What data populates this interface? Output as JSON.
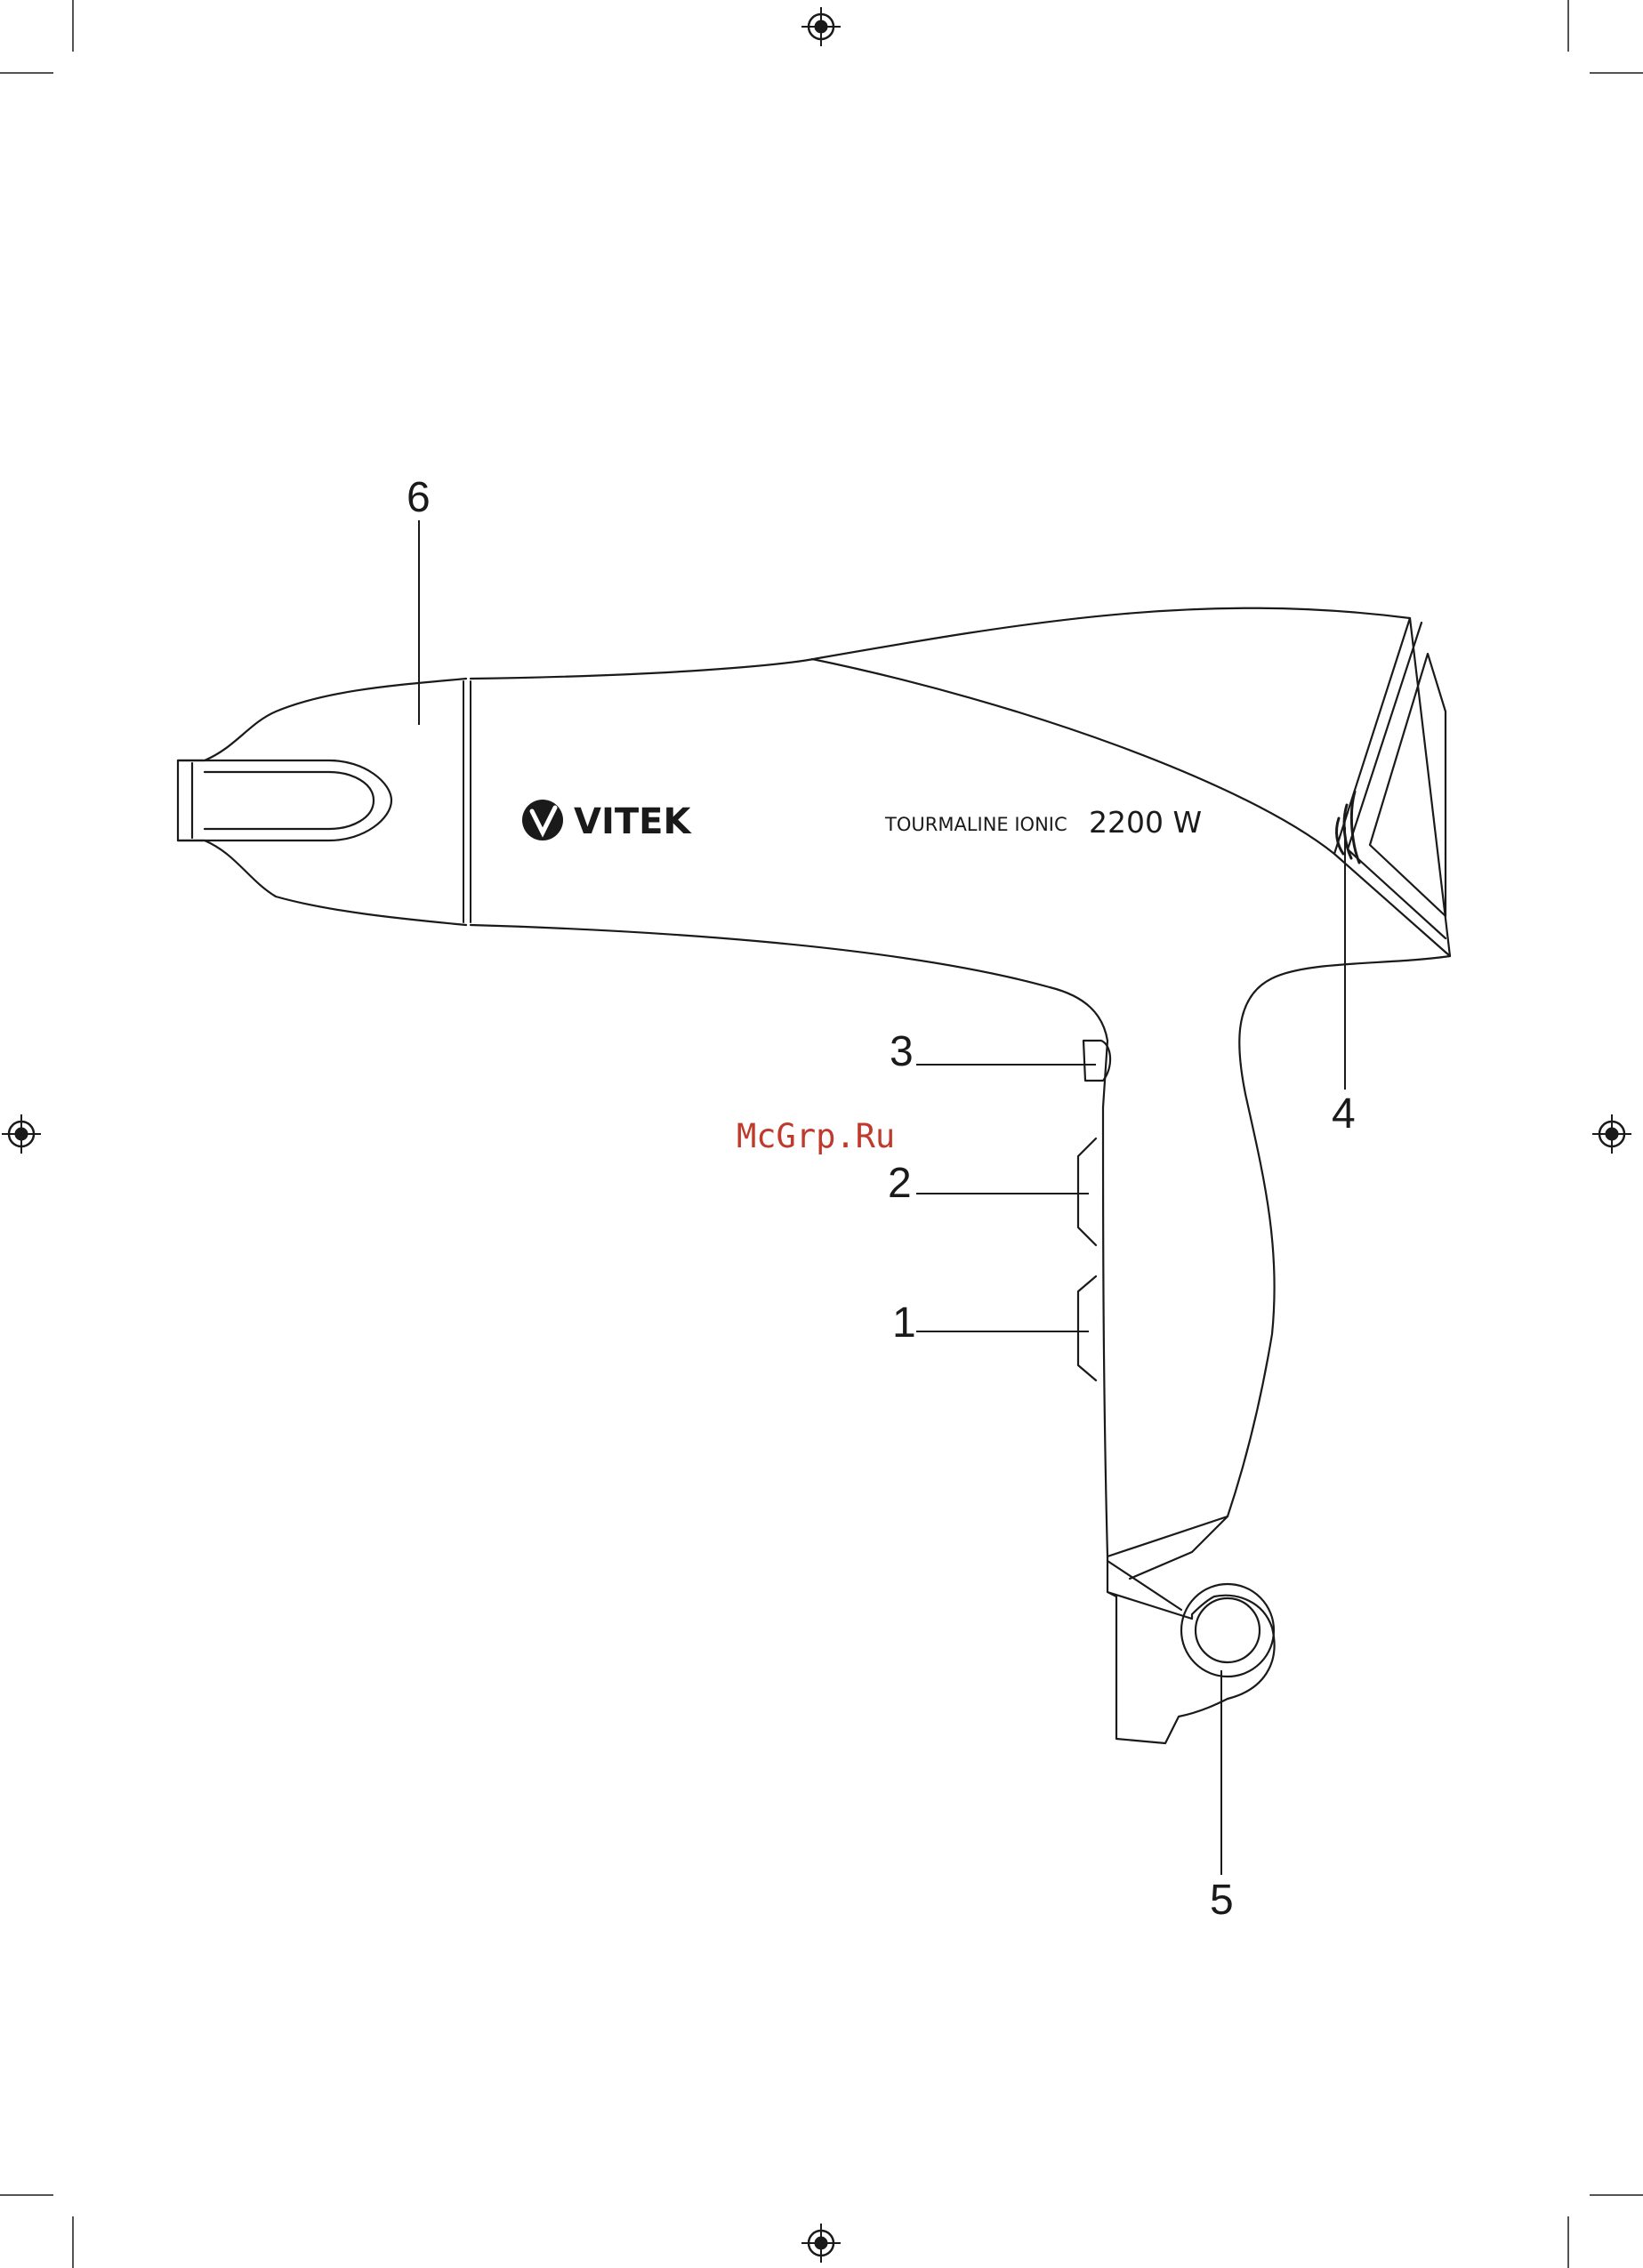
{
  "diagram": {
    "device": {
      "brand": "VITEK",
      "model": "TOURMALINE IONIC",
      "power": "2200 W"
    },
    "callouts": [
      {
        "number": "6"
      },
      {
        "number": "3"
      },
      {
        "number": "2"
      },
      {
        "number": "1"
      },
      {
        "number": "4"
      },
      {
        "number": "5"
      }
    ],
    "watermark": "McGrp.Ru"
  },
  "colors": {
    "line": "#1a1a1a",
    "watermark": "#c0392b",
    "background": "#ffffff"
  },
  "icons": [
    "registration-mark-icon",
    "crop-mark-icon",
    "vitek-logo-icon"
  ]
}
